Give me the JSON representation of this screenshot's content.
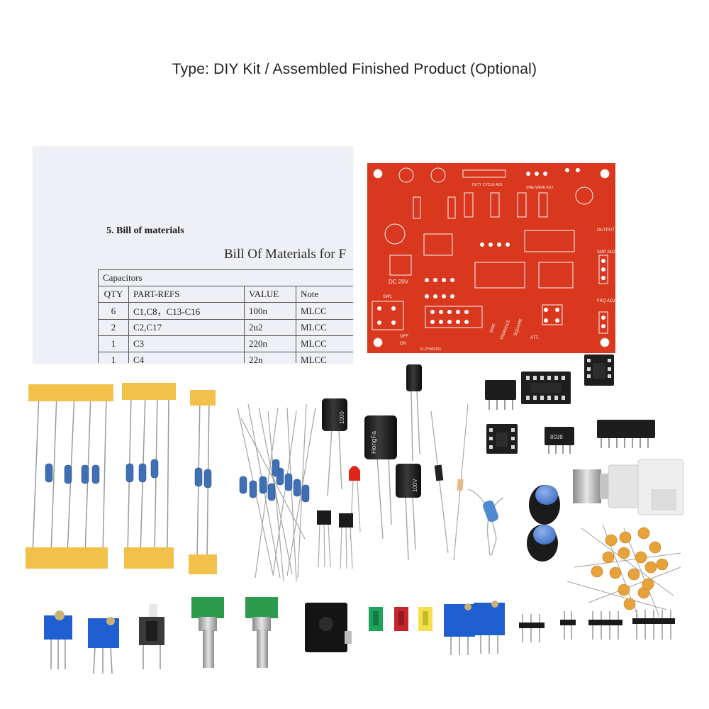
{
  "headline": "Type: DIY Kit / Assembled Finished Product (Optional)",
  "manual": {
    "section_heading": "5. Bill of materials",
    "subtitle": "Bill Of Materials for F",
    "table_title": "Capacitors",
    "columns": [
      "QTY",
      "PART-REFS",
      "VALUE",
      "Note"
    ],
    "rows": [
      [
        "6",
        "C1,C8，C13-C16",
        "100n",
        "MLCC"
      ],
      [
        "2",
        "C2,C17",
        "2u2",
        "MLCC"
      ],
      [
        "1",
        "C3",
        "220n",
        "MLCC"
      ],
      [
        "1",
        "C4",
        "22n",
        "MLCC"
      ]
    ]
  },
  "pcb": {
    "label_dc": "DC 20V",
    "label_output": "OUTPUT",
    "label_amp": "AMP ADJ.",
    "label_freq": "FRQ ADJ.",
    "label_duty": "DUTY CYCLE ADJ.",
    "label_sine": "SINE WAVE ADJ.",
    "label_sw": "SW1",
    "label_off": "OFF",
    "label_on": "ON",
    "label_sine_sel": "SINE",
    "label_triangle": "TRIANGLE",
    "label_square": "SQUARE",
    "label_att": "ATT.",
    "serial": "JF-ZY009191"
  },
  "capacitor_markings": {
    "cap_a": "1000",
    "cap_b": "HongFa",
    "cap_c": "100V"
  },
  "chip_markings": {
    "small_ic": "8038"
  },
  "colors": {
    "pcb": "#d9381e",
    "paper_tape": "#f2c14a",
    "trimmer_blue": "#1f5fd0",
    "knob_blue": "#5b8ad8",
    "pot_green": "#2e9a4e",
    "jumper_green": "#1fa35a",
    "jumper_red": "#c7252e",
    "jumper_yellow": "#f1e04a",
    "ceramic_cap": "#e8a23a",
    "resistor_body": "#3f6fb5",
    "led_red": "#e0251c"
  }
}
